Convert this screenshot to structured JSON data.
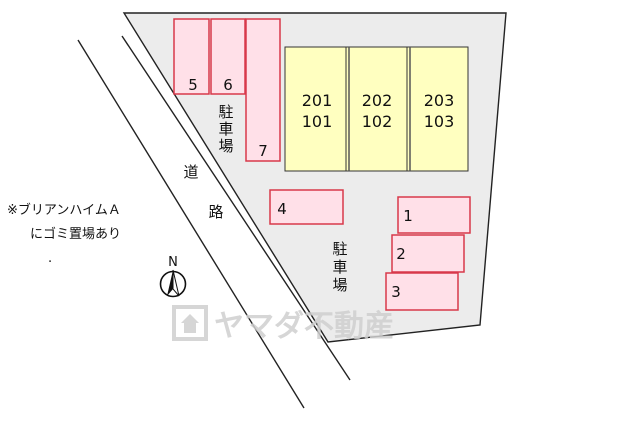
{
  "road_label": [
    "道",
    "路"
  ],
  "parking_labels": {
    "upper": [
      "駐",
      "車",
      "場"
    ],
    "lower": [
      "駐",
      "車",
      "場"
    ]
  },
  "spaces": [
    "1",
    "2",
    "3",
    "4",
    "5",
    "6",
    "7"
  ],
  "units": [
    {
      "upper": "201",
      "lower": "101"
    },
    {
      "upper": "202",
      "lower": "102"
    },
    {
      "upper": "203",
      "lower": "103"
    }
  ],
  "note": {
    "line1": "※ブリアンハイムＡ",
    "line2": "にゴミ置場あり",
    "line3": "."
  },
  "compass": {
    "label": "N"
  },
  "watermark": "ヤマダ不動産",
  "colors": {
    "site": "#ededed",
    "building": "#ffffc0",
    "parking_fill": "#ffe0e8",
    "parking_border": "#d8394a"
  }
}
